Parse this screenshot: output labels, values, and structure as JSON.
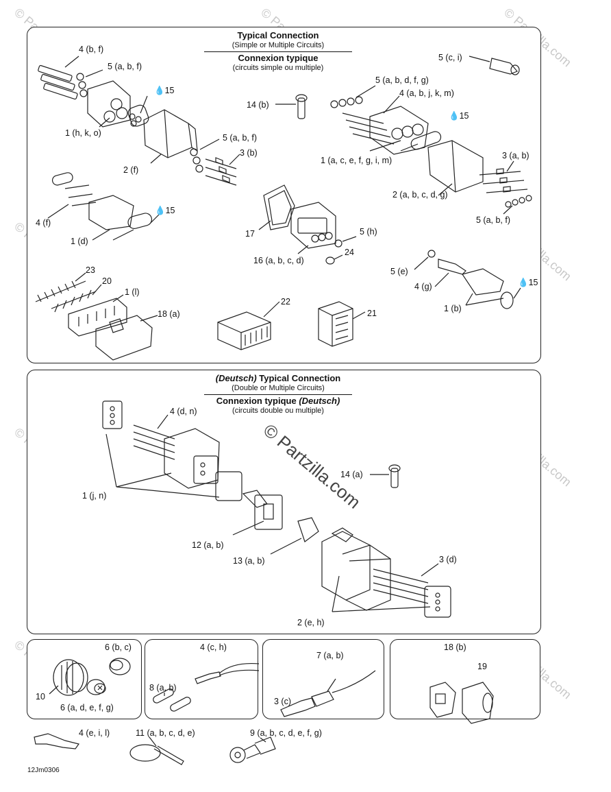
{
  "sections": {
    "top": {
      "title_en": "Typical Connection",
      "sub_en": "(Simple or Multiple Circuits)",
      "title_fr": "Connexion typique",
      "sub_fr": "(circuits simple ou multiple)"
    },
    "deutsch": {
      "title_en_prefix": "(Deutsch)",
      "title_en": " Typical Connection",
      "sub_en": "(Double or Multiple Circuits)",
      "title_fr": "Connexion typique ",
      "title_fr_suffix": "(Deutsch)",
      "sub_fr": "(circuits double ou multiple)"
    }
  },
  "callouts": {
    "c4bf": "4 (b, f)",
    "c5abf_1": "5 (a, b, f)",
    "c15_1": "15",
    "c1hko": "1 (h, k, o)",
    "c2f": "2 (f)",
    "c5abf_2": "5 (a, b, f)",
    "c3b": "3 (b)",
    "c14b": "14 (b)",
    "c5ci": "5 (c, i)",
    "c5abdfg": "5 (a, b, d, f, g)",
    "c4abjkm": "4 (a, b, j, k, m)",
    "c15_2": "15",
    "c1acefgim": "1 (a, c, e, f, g, i, m)",
    "c3ab": "3 (a, b)",
    "c2abcdg": "2 (a, b, c, d, g)",
    "c5abf_3": "5 (a, b, f)",
    "c4f": "4 (f)",
    "c15_3": "15",
    "c1d": "1 (d)",
    "c17": "17",
    "c16abcd": "16 (a, b, c, d)",
    "c5h": "5 (h)",
    "c24": "24",
    "c5e": "5 (e)",
    "c4g": "4 (g)",
    "c15_4": "15",
    "c1b": "1 (b)",
    "c23": "23",
    "c20": "20",
    "c1l": "1 (l)",
    "c18a": "18 (a)",
    "c22": "22",
    "c21": "21",
    "c4dn": "4 (d, n)",
    "c1jn": "1 (j, n)",
    "c14a": "14 (a)",
    "c12ab": "12 (a, b)",
    "c13ab": "13 (a, b)",
    "c3d": "3 (d)",
    "c2eh": "2 (e, h)",
    "c6bc": "6 (b, c)",
    "c10": "10",
    "c6adefg": "6 (a, d, e, f, g)",
    "c4ch": "4 (c, h)",
    "c8ab": "8 (a, b)",
    "c7ab": "7 (a, b)",
    "c3c": "3 (c)",
    "c18b": "18 (b)",
    "c19": "19",
    "c4eil": "4 (e, i, l)",
    "c11abcde": "11 (a, b, c, d, e)",
    "c9abcdefg": "9 (a, b, c, d, e, f, g)"
  },
  "watermark": "© Partzilla.com",
  "figure_code": "12Jm0306"
}
